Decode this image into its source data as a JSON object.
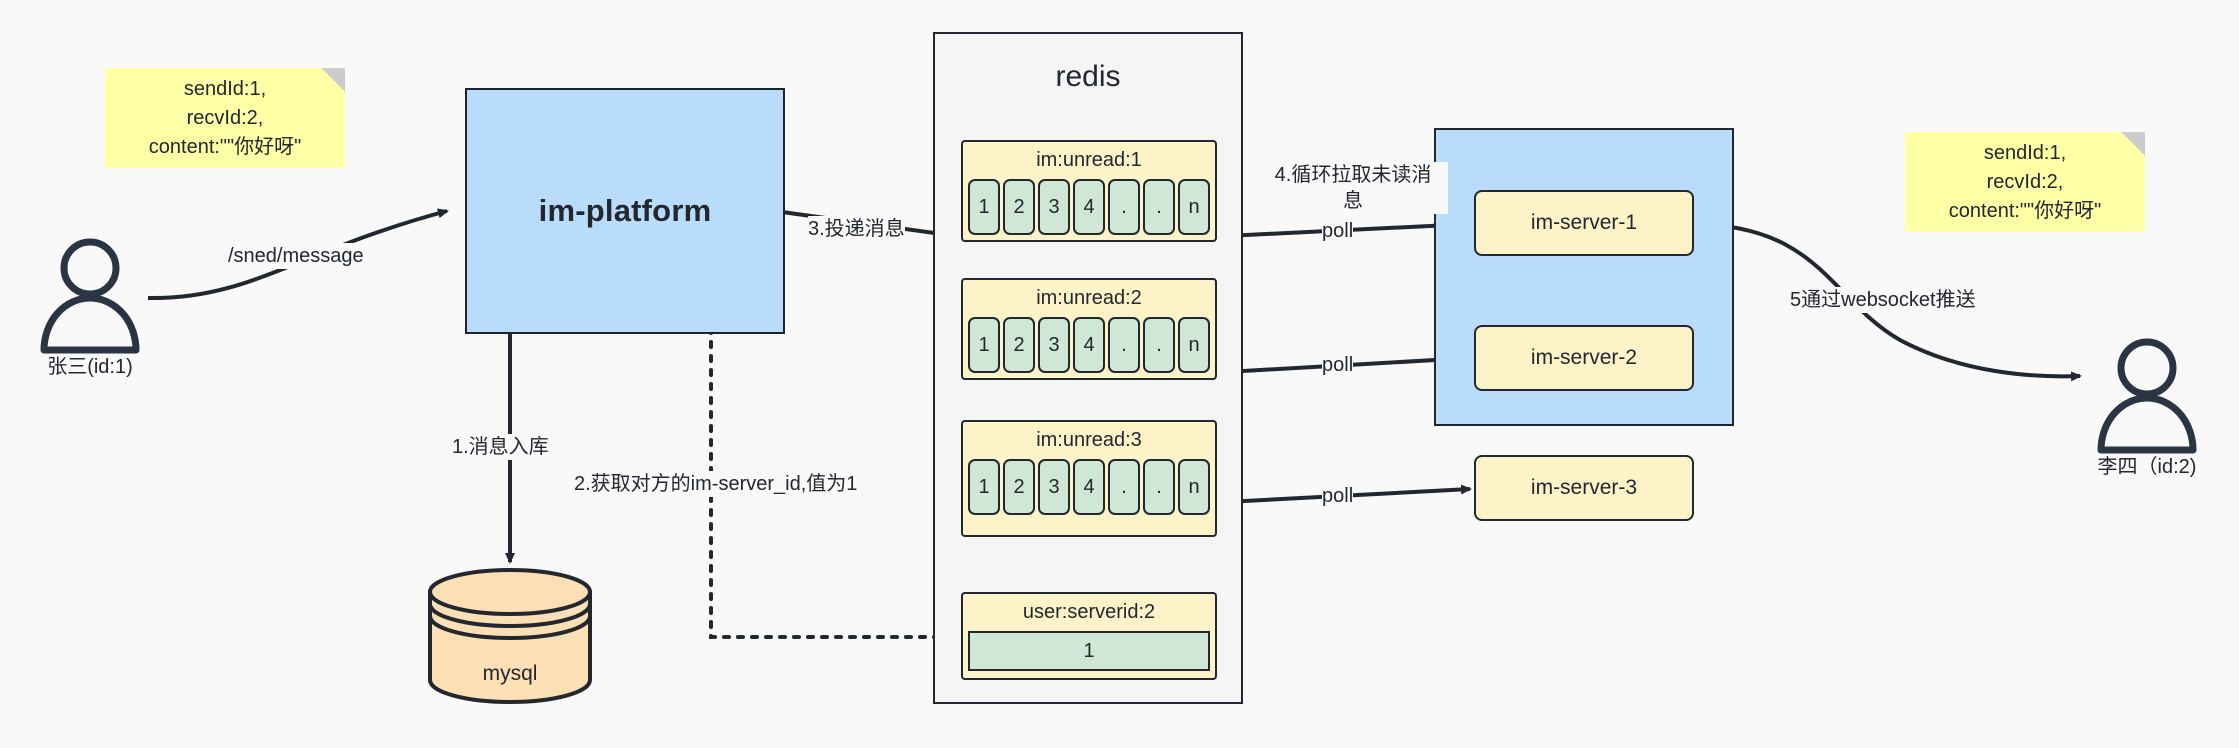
{
  "diagram": {
    "title": "IM message delivery architecture",
    "colors": {
      "background": "#f9f9f9",
      "note": "#ffffa5",
      "blue": "#b8dcf9",
      "yellow": "#fdf3c8",
      "green": "#cfe7d4",
      "orange": "#fcdfb4",
      "stroke": "#23272f"
    }
  },
  "notes": {
    "left": "sendId:1,\nrecvId:2,\ncontent:\"\"你好呀\"",
    "right": "sendId:1,\nrecvId:2,\ncontent:\"\"你好呀\""
  },
  "actors": {
    "sender": {
      "caption": "张三(id:1)"
    },
    "receiver": {
      "caption": "李四（id:2)"
    }
  },
  "platform": {
    "label": "im-platform"
  },
  "database": {
    "label": "mysql"
  },
  "redis": {
    "title": "redis",
    "keys": [
      {
        "name": "im:unread:1",
        "cells": [
          "1",
          "2",
          "3",
          "4",
          ".",
          ".",
          "n"
        ]
      },
      {
        "name": "im:unread:2",
        "cells": [
          "1",
          "2",
          "3",
          "4",
          ".",
          ".",
          "n"
        ]
      },
      {
        "name": "im:unread:3",
        "cells": [
          "1",
          "2",
          "3",
          "4",
          ".",
          ".",
          "n"
        ]
      }
    ],
    "serverid_key": {
      "name": "user:serverid:2",
      "value": "1"
    }
  },
  "servers": [
    {
      "label": "im-server-1"
    },
    {
      "label": "im-server-2"
    },
    {
      "label": "im-server-3"
    }
  ],
  "edges": {
    "send_message": "/sned/message",
    "step1": "1.消息入库",
    "step2": "2.获取对方的im-server_id,值为1",
    "step3": "3.投递消息",
    "step4": "4.循环拉取未读消\n息",
    "poll1": "poll",
    "poll2": "poll",
    "poll3": "poll",
    "step5": "5通过websocket推送"
  }
}
